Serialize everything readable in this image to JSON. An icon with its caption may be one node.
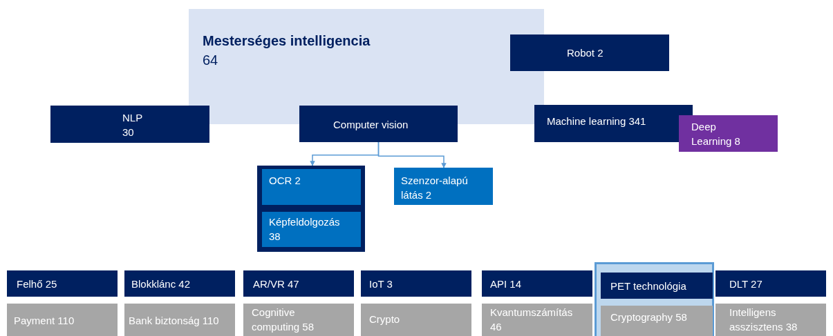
{
  "diagram": {
    "nodes": [
      {
        "text": [
          "Mesterséges intelligencia",
          "64"
        ]
      },
      {
        "text": [
          "Robot 2"
        ]
      },
      {
        "text": [
          "NLP 30"
        ]
      },
      {
        "text": [
          "Computer vision"
        ]
      },
      {
        "text": [
          "Machine learning 341"
        ]
      },
      {
        "text": [
          "Deep Learning 8"
        ]
      },
      {
        "text": [],
        "shape": "box"
      },
      {
        "text": [
          "OCR 2"
        ],
        "in": 6
      },
      {
        "text": [
          "Képfeldolgozás 38"
        ],
        "in": 6
      },
      {
        "text": [
          "Szenzor-alapú látás 2"
        ]
      },
      {
        "text": [
          "Felhő 25"
        ]
      },
      {
        "text": [
          "Payment 110"
        ]
      },
      {
        "text": [
          "Blokklánc 42"
        ]
      },
      {
        "text": [
          "Bank biztonság 110"
        ]
      },
      {
        "text": [
          "AR/VR 47"
        ]
      },
      {
        "text": [
          "Cognitive computing 58"
        ]
      },
      {
        "text": [
          "IoT 3"
        ]
      },
      {
        "text": [
          "Crypto"
        ]
      },
      {
        "text": [
          "API 14"
        ]
      },
      {
        "text": [
          "Kvantumszámítás 46"
        ]
      },
      {
        "text": [],
        "shape": "box"
      },
      {
        "text": [
          "PET technológia"
        ],
        "in": 20
      },
      {
        "text": [
          "Cryptography 58"
        ],
        "in": 20
      },
      {
        "text": [
          "DLT 27"
        ]
      },
      {
        "text": [
          "Intelligens asszisztens 38"
        ]
      }
    ],
    "edges": [
      {
        "from": 3,
        "to": 6,
        "arrow": "to"
      },
      {
        "from": 3,
        "to": 9,
        "arrow": "to"
      }
    ]
  }
}
